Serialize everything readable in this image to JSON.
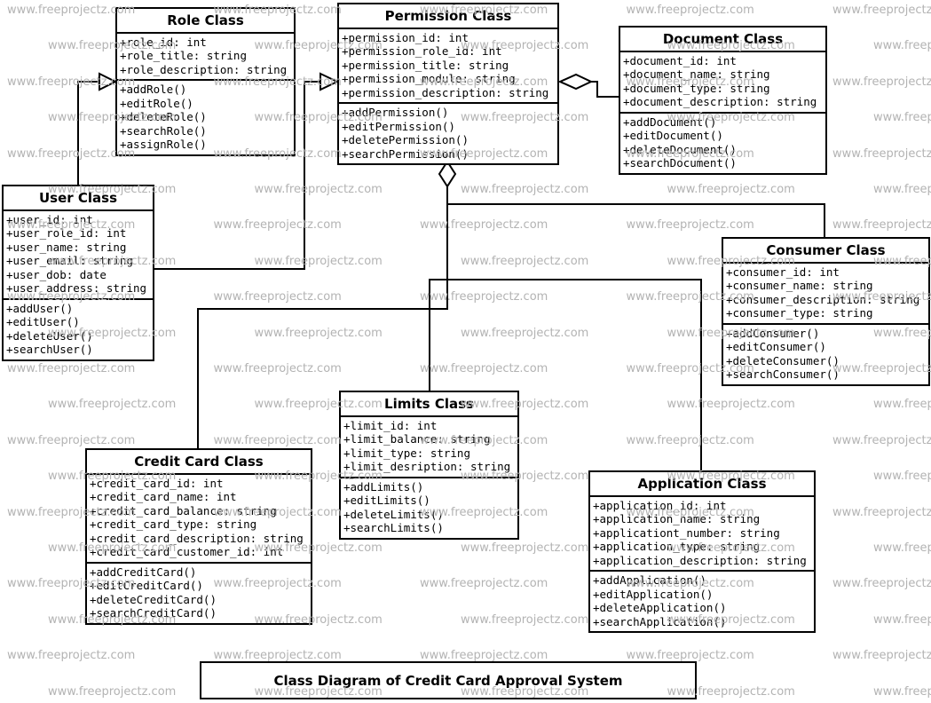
{
  "diagram_title": "Class Diagram of Credit Card Approval System",
  "watermark": {
    "text": "www.freeprojectz.com",
    "color": "#b3b3b3"
  },
  "line_color": "#000000",
  "classes": {
    "role": {
      "name": "Role Class",
      "attributes": [
        "+role_id: int",
        "+role_title: string",
        "+role_description: string"
      ],
      "methods": [
        "+addRole()",
        "+editRole()",
        "+deleteRole()",
        "+searchRole()",
        "+assignRole()"
      ]
    },
    "permission": {
      "name": "Permission Class",
      "attributes": [
        "+permission_id: int",
        "+permission_role_id: int",
        "+permission_title: string",
        "+permission_module: string",
        "+permission_description: string"
      ],
      "methods": [
        "+addPermission()",
        "+editPermission()",
        "+deletePermission()",
        "+searchPermission()"
      ]
    },
    "document": {
      "name": "Document Class",
      "attributes": [
        "+document_id: int",
        "+document_name: string",
        "+document_type: string",
        "+document_description: string"
      ],
      "methods": [
        "+addDocument()",
        "+editDocument()",
        "+deleteDocument()",
        "+searchDocument()"
      ]
    },
    "user": {
      "name": "User Class",
      "attributes": [
        "+user_id: int",
        "+user_role_id: int",
        "+user_name: string",
        "+user_email: string",
        "+user_dob: date",
        "+user_address: string"
      ],
      "methods": [
        "+addUser()",
        "+editUser()",
        "+deleteUser()",
        "+searchUser()"
      ]
    },
    "consumer": {
      "name": "Consumer Class",
      "attributes": [
        "+consumer_id: int",
        "+consumer_name: string",
        "+consumer_description: string",
        "+consumer_type: string"
      ],
      "methods": [
        "+addConsumer()",
        "+editConsumer()",
        "+deleteConsumer()",
        "+searchConsumer()"
      ]
    },
    "limits": {
      "name": "Limits Class",
      "attributes": [
        "+limit_id: int",
        "+limit_balance: string",
        "+limit_type: string",
        "+limit_desription: string"
      ],
      "methods": [
        "+addLimits()",
        "+editLimits()",
        "+deleteLimits()",
        "+searchLimits()"
      ]
    },
    "creditcard": {
      "name": "Credit Card Class",
      "attributes": [
        "+credit_card_id: int",
        "+credit_card_name: int",
        "+credit_card_balance: string",
        "+credit_card_type: string",
        "+credit_card_description: string",
        "+credit_card_customer_id: int"
      ],
      "methods": [
        "+addCreditCard()",
        "+editCreditCard()",
        "+deleteCreditCard()",
        "+searchCreditCard()"
      ]
    },
    "application": {
      "name": "Application Class",
      "attributes": [
        "+application_id: int",
        "+application_name: string",
        "+applicationt_number: string",
        "+application_type: string",
        "+application_description: string"
      ],
      "methods": [
        "+addApplication()",
        "+editApplication()",
        "+deleteApplication()",
        "+searchApplication()"
      ]
    }
  }
}
